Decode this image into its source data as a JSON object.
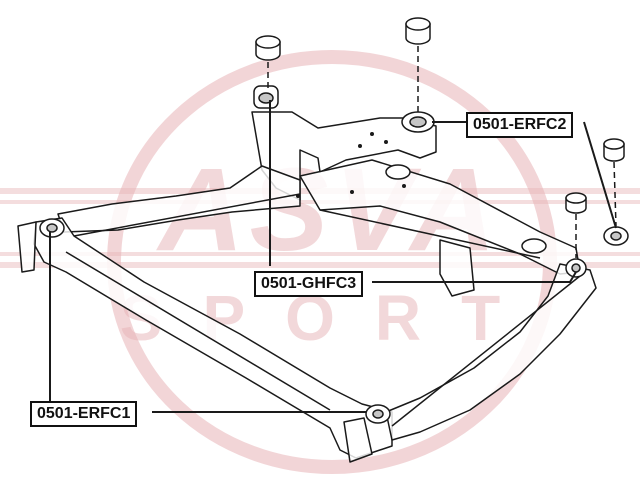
{
  "watermark": {
    "brand_text": "ASVA",
    "sub_text": "SPORT",
    "color": "#e7b3b6"
  },
  "diagram": {
    "subject": "front subframe crossmember with bushings",
    "line_color": "#1a1a1a",
    "frame_fill": "#ffffff",
    "callouts": [
      {
        "id": "erfc2",
        "label": "0501-ERFC2"
      },
      {
        "id": "ghfc3",
        "label": "0501-GHFC3"
      },
      {
        "id": "erfc1",
        "label": "0501-ERFC1"
      }
    ]
  }
}
